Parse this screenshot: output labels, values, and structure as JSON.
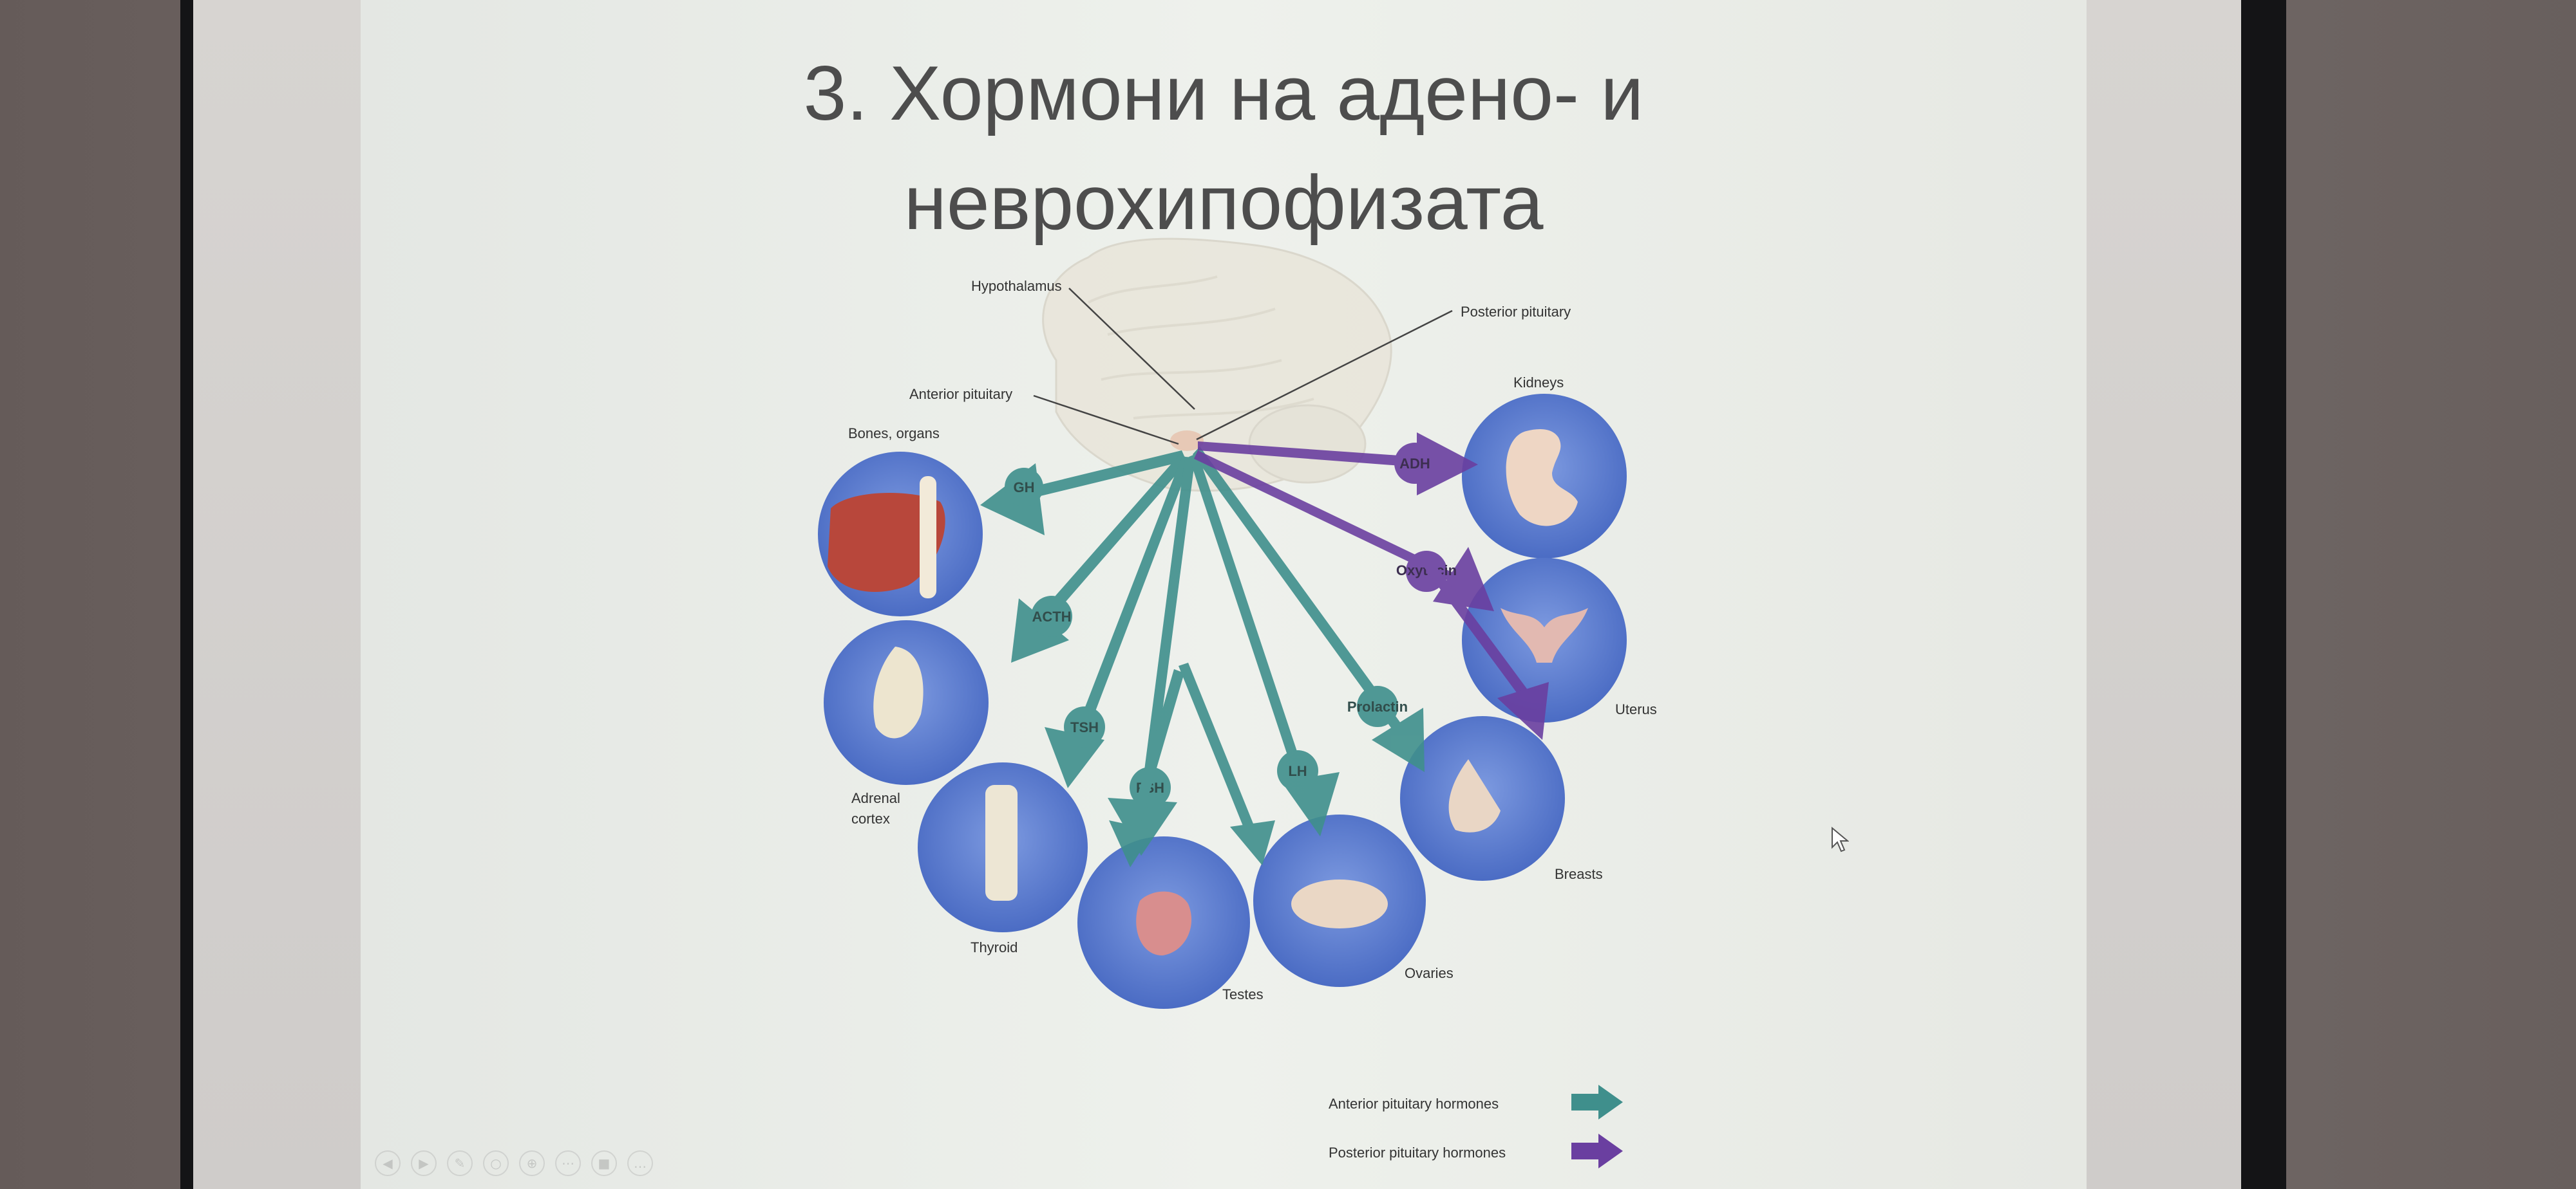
{
  "slide": {
    "title_line1": "3. Хормони на адено- и",
    "title_line2": "неврохипофизата"
  },
  "labels": {
    "hypothalamus": "Hypothalamus",
    "posterior_pituitary": "Posterior pituitary",
    "anterior_pituitary": "Anterior pituitary",
    "kidneys": "Kidneys",
    "bones_organs": "Bones, organs",
    "uterus": "Uterus",
    "adrenal_cortex_1": "Adrenal",
    "adrenal_cortex_2": "cortex",
    "breasts": "Breasts",
    "thyroid": "Thyroid",
    "testes": "Testes",
    "ovaries": "Ovaries"
  },
  "hormones": {
    "gh": "GH",
    "acth": "ACTH",
    "tsh": "TSH",
    "fsh": "FSH",
    "lh": "LH",
    "prolactin": "Prolactin",
    "adh": "ADH",
    "oxytocin": "Oxytocin"
  },
  "legend": {
    "anterior": "Anterior pituitary hormones",
    "posterior": "Posterior pituitary hormones"
  },
  "colors": {
    "anterior_arrow": "#3f8f8c",
    "posterior_arrow": "#6a3fa0",
    "organ_circle": "#5d7fd0"
  },
  "toolbar_icons": [
    "prev-icon",
    "next-icon",
    "pen-icon",
    "pointer-icon",
    "zoom-icon",
    "options-icon",
    "camera-icon",
    "more-icon"
  ]
}
